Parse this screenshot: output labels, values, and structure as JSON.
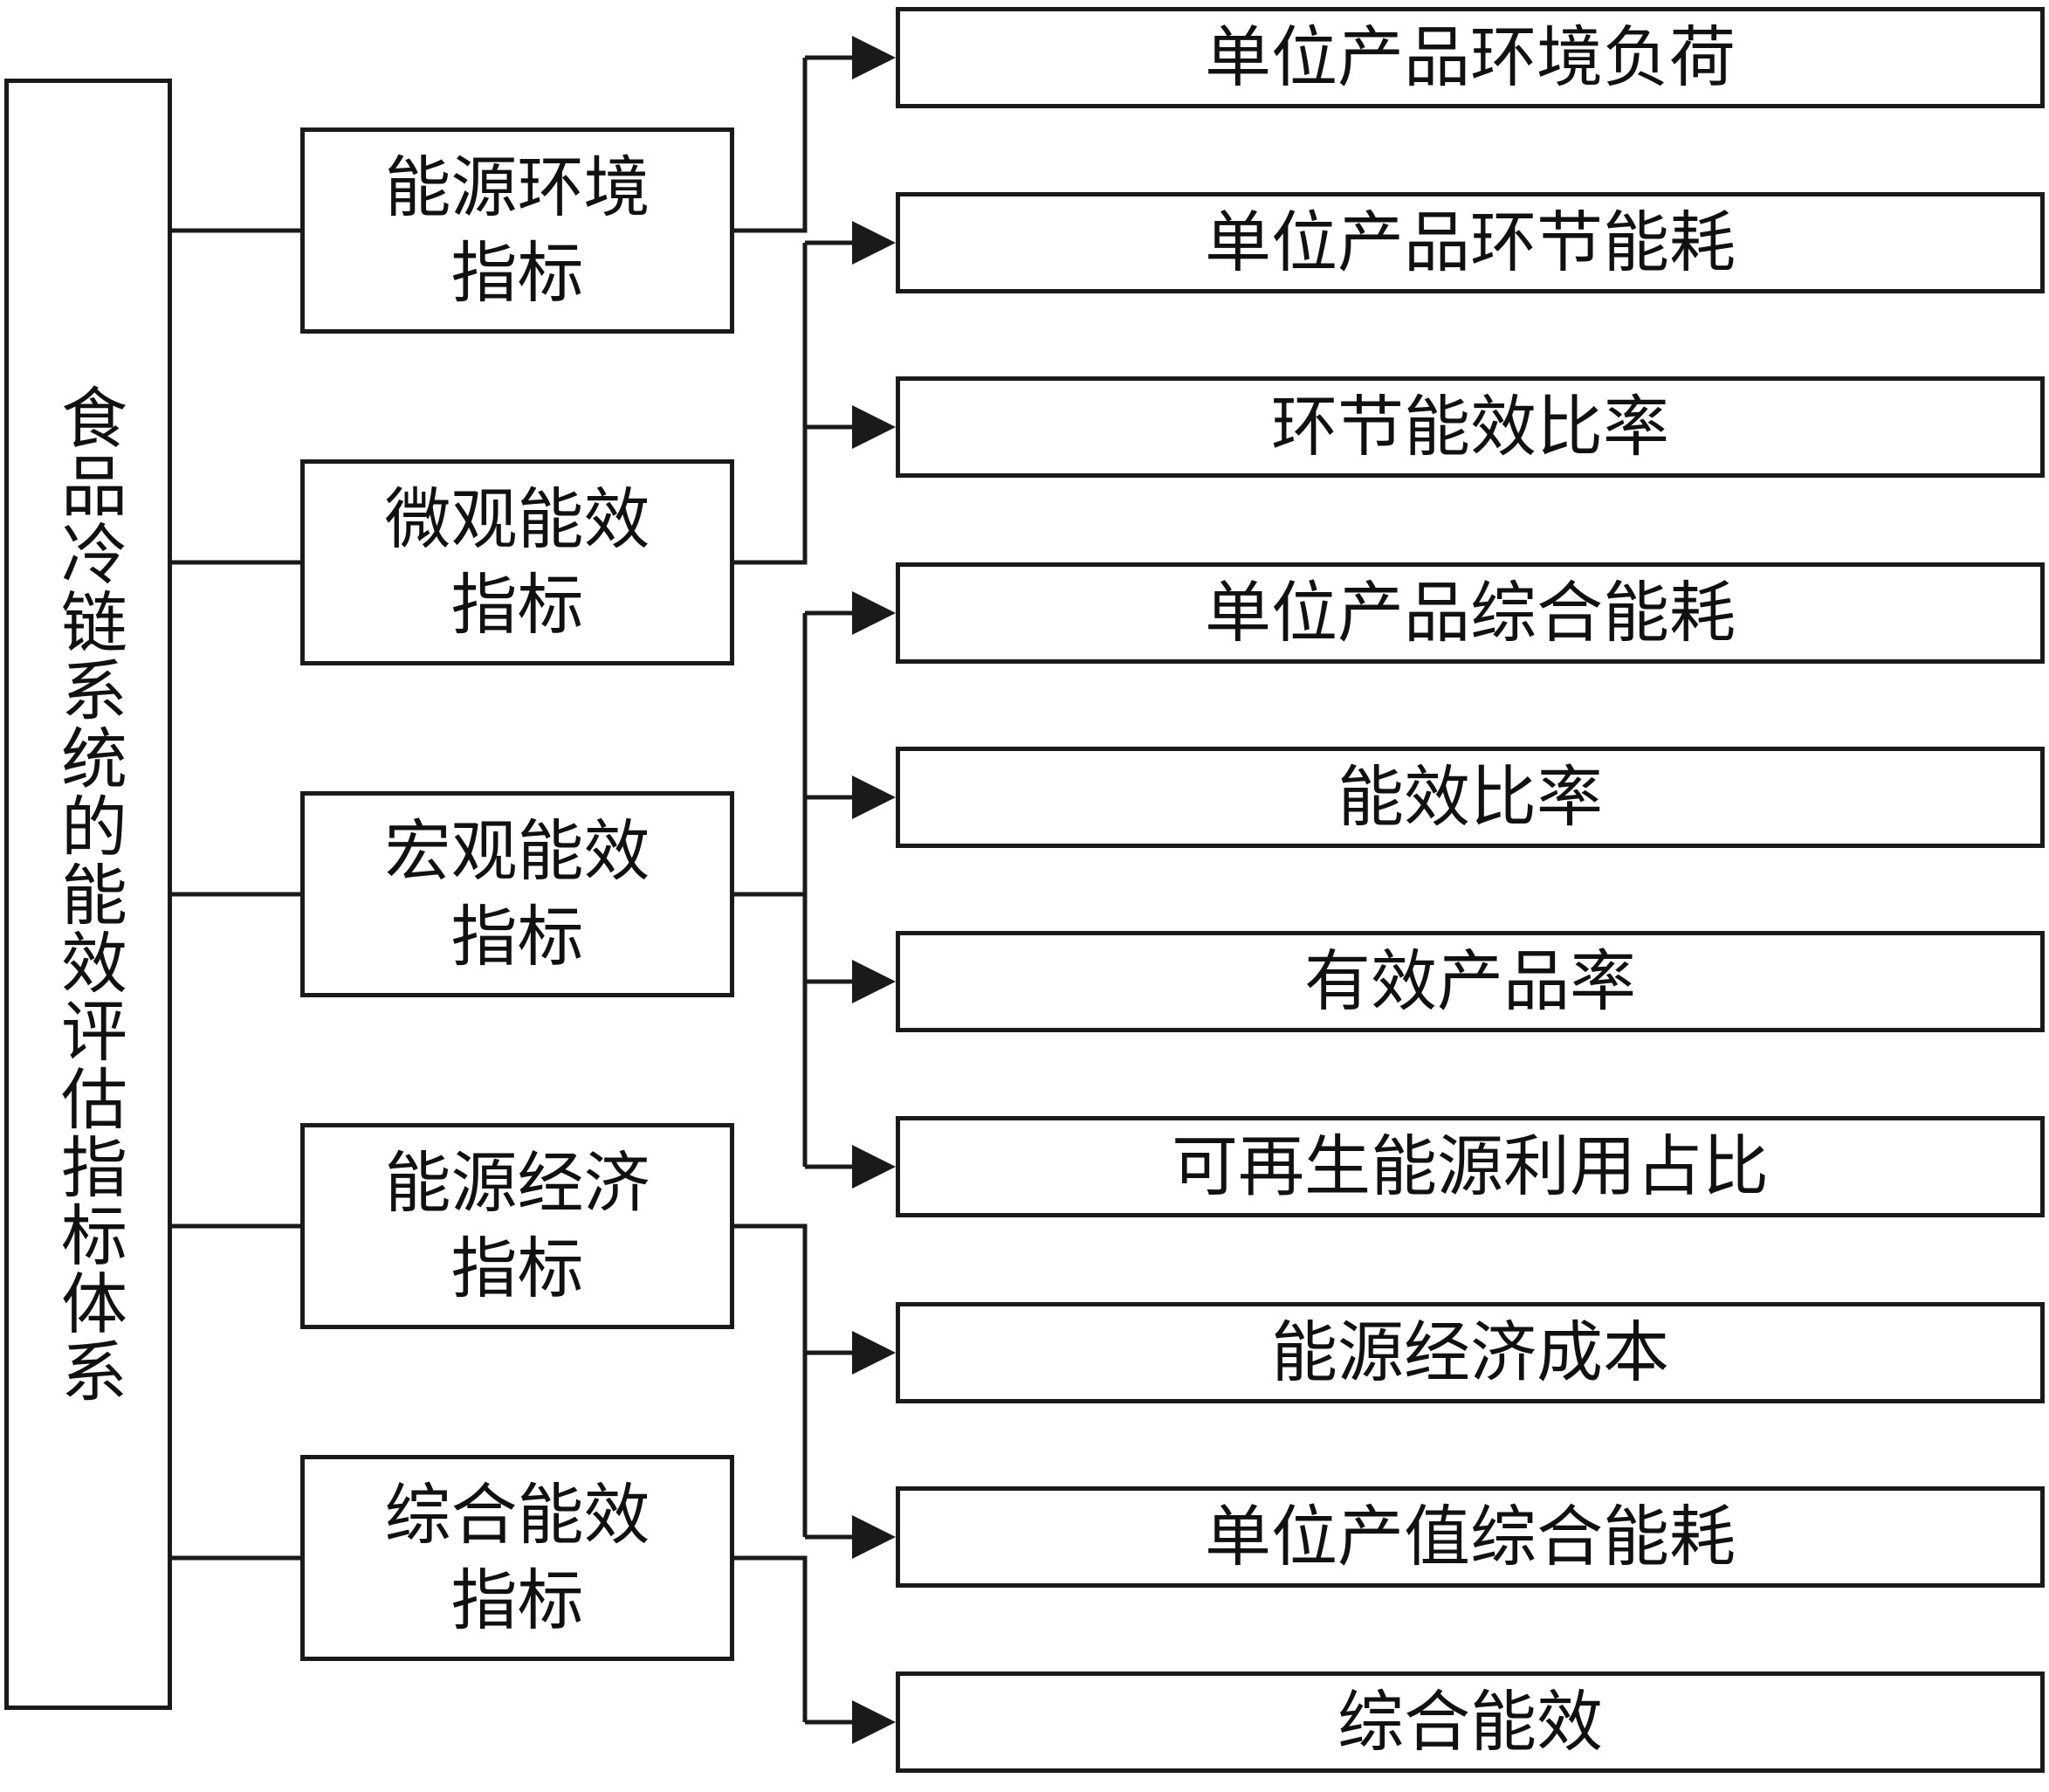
{
  "root": {
    "label": "食品冷链系统的能效评估指标体系"
  },
  "categories": [
    {
      "label": "能源环境指标",
      "children": [
        "单位产品环境负荷"
      ]
    },
    {
      "label": "微观能效指标",
      "children": [
        "单位产品环节能耗",
        "环节能效比率"
      ]
    },
    {
      "label": "宏观能效指标",
      "children": [
        "单位产品综合能耗",
        "能效比率",
        "有效产品率",
        "可再生能源利用占比"
      ]
    },
    {
      "label": "能源经济指标",
      "children": [
        "能源经济成本",
        "单位产值综合能耗"
      ]
    },
    {
      "label": "综合能效指标",
      "children": [
        "综合能效"
      ]
    }
  ],
  "colors": {
    "line": "#1a1a1a",
    "background": "#ffffff",
    "text": "#111111"
  }
}
